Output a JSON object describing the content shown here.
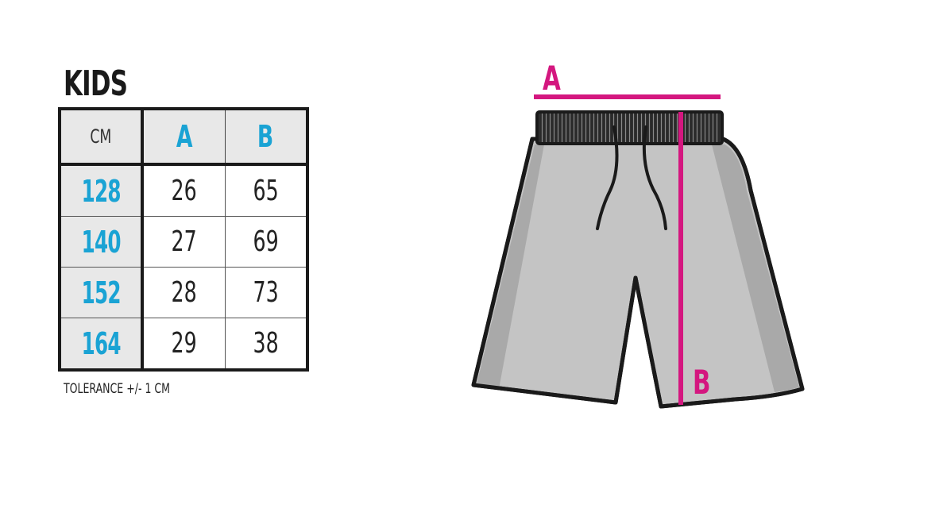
{
  "title": "KIDS",
  "table": {
    "unit": "CM",
    "columns": [
      "A",
      "B"
    ],
    "rows": [
      {
        "size": "128",
        "a": "26",
        "b": "65"
      },
      {
        "size": "140",
        "a": "27",
        "b": "69"
      },
      {
        "size": "152",
        "a": "28",
        "b": "73"
      },
      {
        "size": "164",
        "a": "29",
        "b": "38"
      }
    ]
  },
  "tolerance": "TOLERANCE +/- 1 CM",
  "diagram": {
    "label_a": "A",
    "label_b": "B",
    "garment": "shorts",
    "colors": {
      "accent": "#d4177f",
      "header_blue": "#1aa3d4",
      "fabric": "#c4c4c4",
      "fabric_shadow": "#a9a9a9",
      "outline": "#1a1a1a"
    }
  }
}
